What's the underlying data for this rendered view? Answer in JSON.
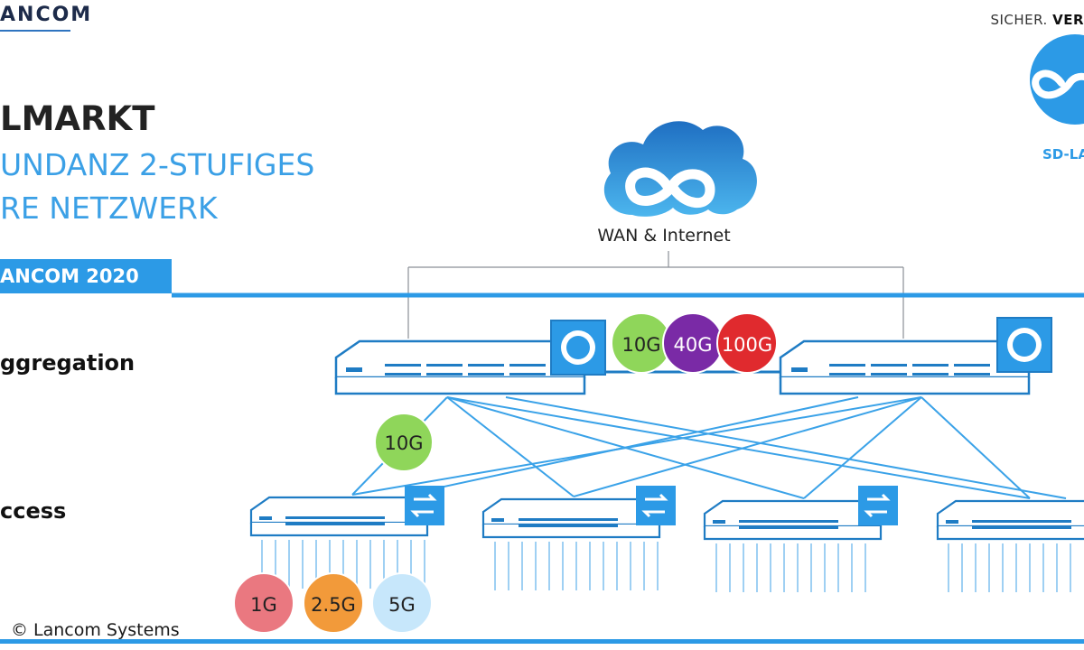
{
  "header": {
    "logo_text": "ANCOM",
    "tagline_prefix": "SICHER. ",
    "tagline_bold": "VER",
    "badge_label": "SD-LA"
  },
  "title": {
    "main": "LMARKT",
    "sub_line1": "UNDANZ 2-STUFIGES",
    "sub_line2": "RE NETZWERK"
  },
  "banner": {
    "label": "ANCOM 2020"
  },
  "tiers": {
    "aggregation": "ggregation",
    "access": "ccess"
  },
  "cloud": {
    "label": "WAN & Internet"
  },
  "speeds": {
    "uplink": [
      "10G",
      "40G",
      "100G"
    ],
    "downlink": "10G",
    "access_ports": [
      "1G",
      "2.5G",
      "5G"
    ]
  },
  "colors": {
    "accent_blue": "#2c9ae6",
    "line_blue": "#3aa2e8",
    "device_stroke": "#1f7cc4",
    "speed_10g": "#8fd65a",
    "speed_40g": "#7a2aa6",
    "speed_100g": "#e02a2e",
    "speed_1g": "#ea7880",
    "speed_2_5g": "#f29a3a",
    "speed_5g": "#c7e7fb"
  },
  "footer": {
    "copyright": "© Lancom Systems"
  }
}
